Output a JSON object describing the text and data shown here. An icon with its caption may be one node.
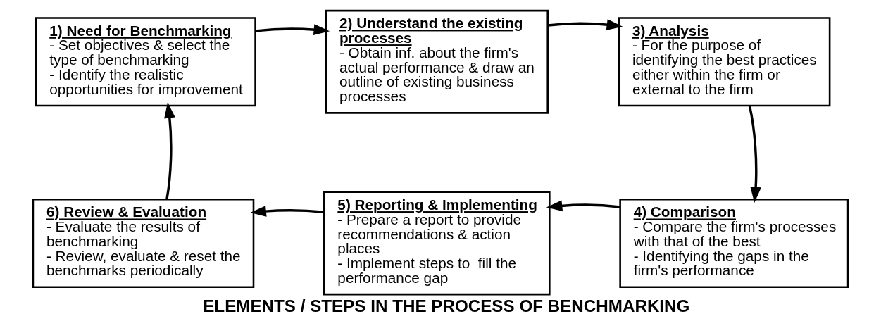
{
  "diagram": {
    "title": "ELEMENTS / STEPS IN THE PROCESS OF BENCHMARKING",
    "nodes": [
      {
        "text": [
          "1) Need for Benchmarking",
          "- Set objectives & select the type of benchmarking",
          "- Identify the realistic opportunities for improvement"
        ]
      },
      {
        "text": [
          "2) Understand the existing processes",
          "- Obtain inf. about the firm's actual performance & draw an outline of existing business processes"
        ]
      },
      {
        "text": [
          "3) Analysis",
          "- For the purpose of identifying the best practices either within the firm or external to the firm"
        ]
      },
      {
        "text": [
          "4) Comparison",
          "- Compare the firm's processes with that of the best",
          "- Identifying the gaps in the firm's performance"
        ]
      },
      {
        "text": [
          "5) Reporting & Implementing",
          "- Prepare a report to provide recommendations & action places",
          "- Implement steps to  fill the performance gap"
        ]
      },
      {
        "text": [
          "6) Review & Evaluation",
          "- Evaluate the results of benchmarking",
          "- Review, evaluate & reset the benchmarks periodically"
        ]
      }
    ],
    "edges": [
      {
        "from": 0,
        "to": 1,
        "arrow": "to"
      },
      {
        "from": 1,
        "to": 2,
        "arrow": "to"
      },
      {
        "from": 2,
        "to": 3,
        "arrow": "to"
      },
      {
        "from": 3,
        "to": 4,
        "arrow": "to"
      },
      {
        "from": 4,
        "to": 5,
        "arrow": "to"
      },
      {
        "from": 5,
        "to": 0,
        "arrow": "to"
      }
    ]
  }
}
